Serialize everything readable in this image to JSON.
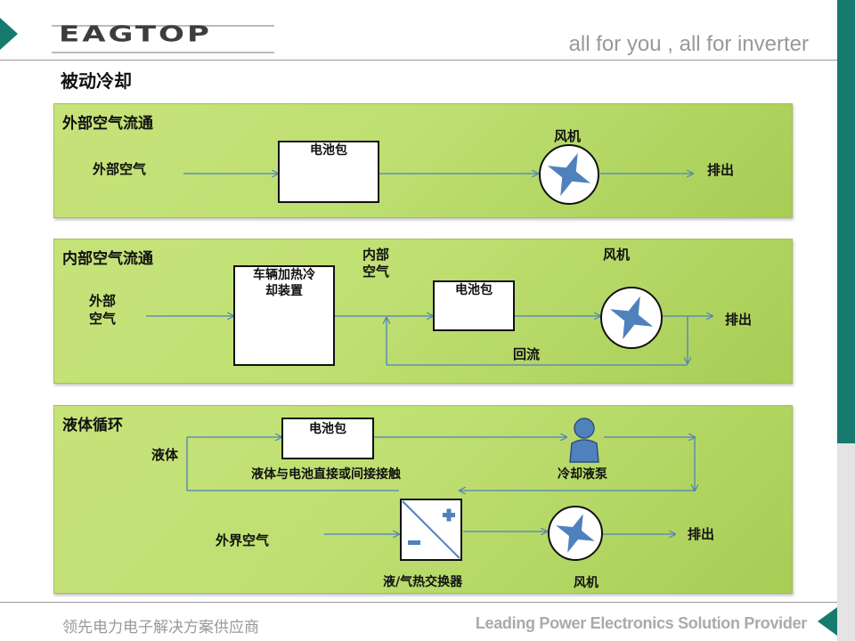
{
  "header": {
    "logo": "EAGTOP",
    "tagline": "all for you , all for inverter"
  },
  "title": "被动冷却",
  "panel1": {
    "title": "外部空气流通",
    "input": "外部空气",
    "battery": "电池包",
    "fan": "风机",
    "output": "排出"
  },
  "panel2": {
    "title": "内部空气流通",
    "input_line1": "外部",
    "input_line2": "空气",
    "hvac_line1": "车辆加热冷",
    "hvac_line2": "却装置",
    "internal_line1": "内部",
    "internal_line2": "空气",
    "battery": "电池包",
    "fan": "风机",
    "output": "排出",
    "return": "回流"
  },
  "panel3": {
    "title": "液体循环",
    "liquid": "液体",
    "battery": "电池包",
    "contact": "液体与电池直接或间接接触",
    "pump": "冷却液泵",
    "ambient": "外界空气",
    "exchanger": "液/气热交换器",
    "fan": "风机",
    "output": "排出"
  },
  "footer": {
    "left": "领先电力电子解决方案供应商",
    "right": "Leading Power Electronics Solution Provider"
  },
  "colors": {
    "accent": "#167a6e",
    "panel": "#c0e073",
    "arrow": "#4f81bd",
    "fan": "#4f81bd"
  }
}
